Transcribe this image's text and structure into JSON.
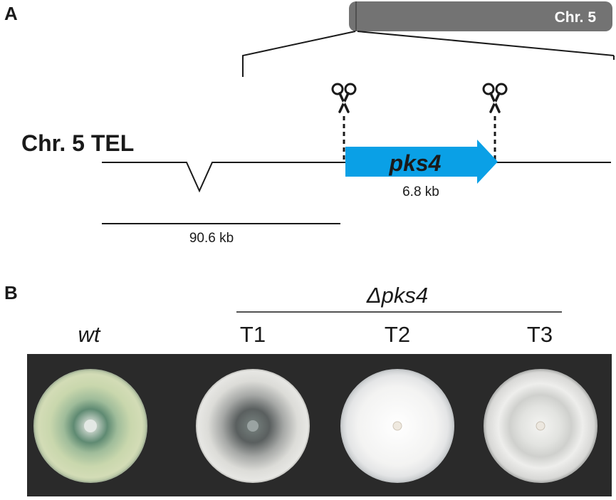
{
  "panel_a": {
    "label": "A",
    "chromosome_bar_label": "Chr. 5",
    "locus_label": "Chr. 5 TEL",
    "gene_name": "pks4",
    "gene_size": "6.8 kb",
    "distance_scale": "90.6 kb",
    "gene_color": "#0aa0e6",
    "chromosome_color": "#737373"
  },
  "panel_b": {
    "label": "B",
    "group_label": "Δpks4",
    "plates": [
      {
        "label": "wt",
        "italic": true
      },
      {
        "label": "T1",
        "italic": false
      },
      {
        "label": "T2",
        "italic": false
      },
      {
        "label": "T3",
        "italic": false
      }
    ],
    "background_color": "#2a2a2a"
  },
  "icons": {
    "cut_site_left": "scissors-icon",
    "cut_site_right": "scissors-icon"
  }
}
